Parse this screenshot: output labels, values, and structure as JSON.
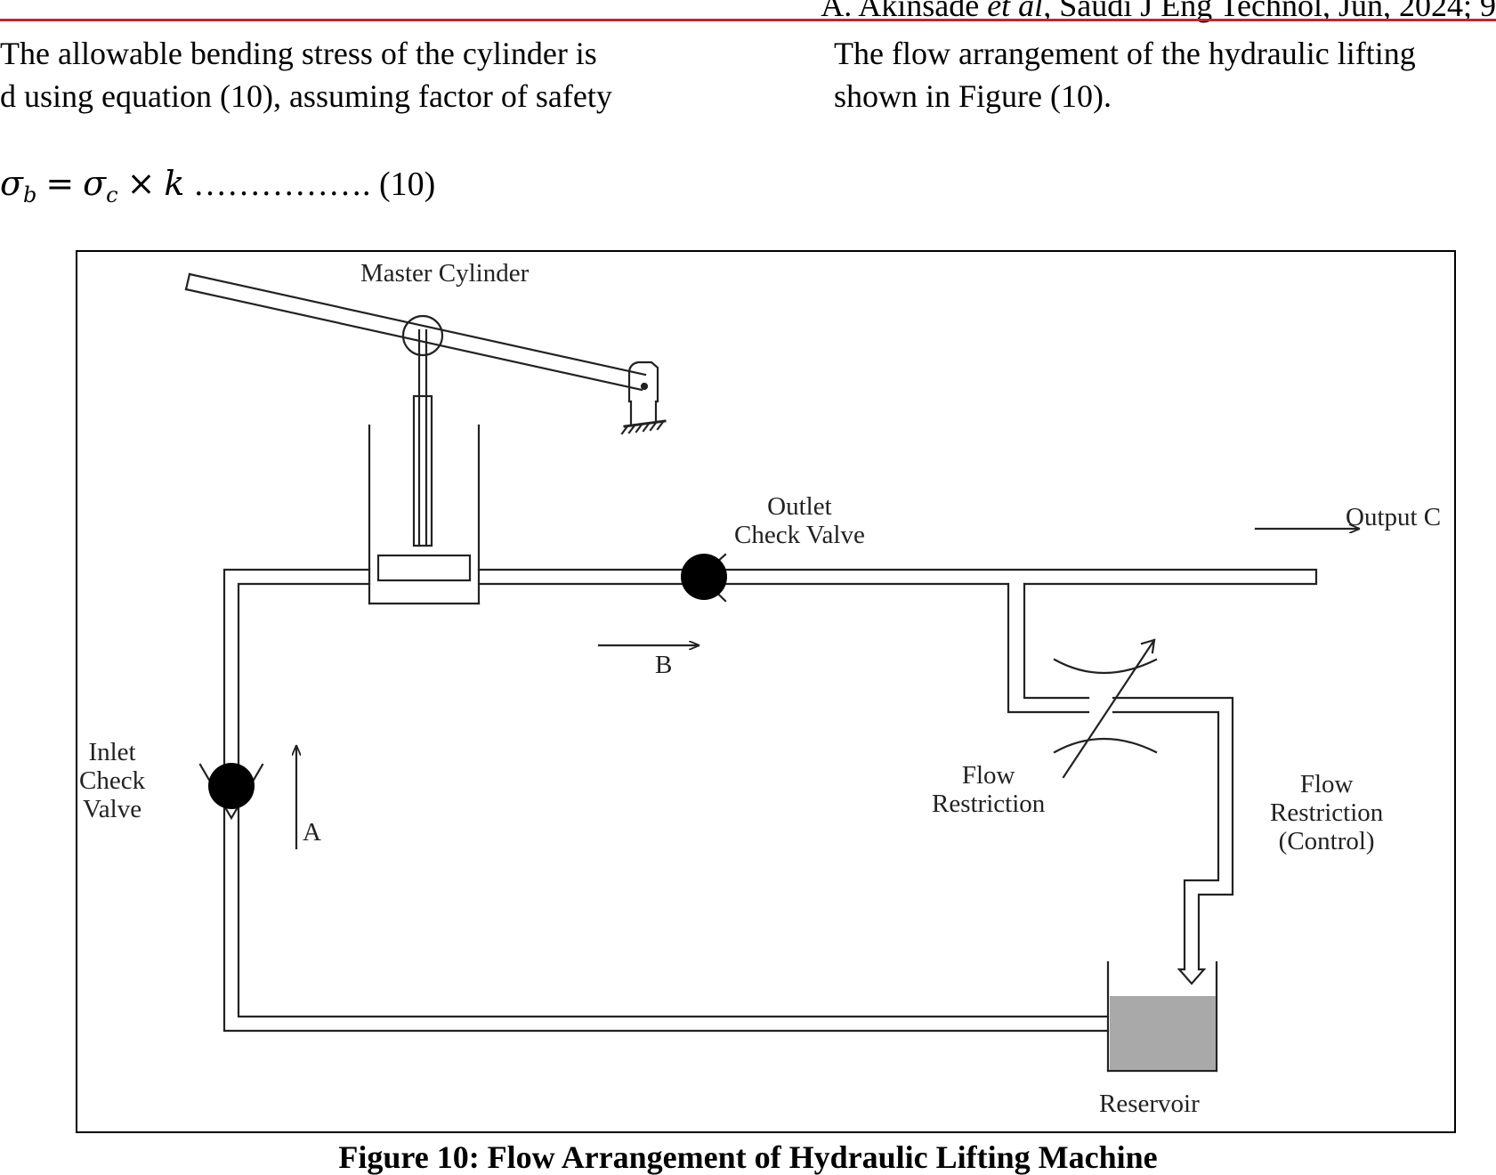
{
  "header": {
    "running_head_pre": "A. Akinsade ",
    "running_head_italic": "et al",
    "running_head_post": ", Saudi J Eng Technol, Jun, 2024; 9"
  },
  "left_column": {
    "line1": "The allowable bending stress of the cylinder is",
    "line2": "d using equation (10), assuming factor of safety"
  },
  "right_column": {
    "line1": "The flow arrangement of the hydraulic lifting",
    "line2": "shown in Figure (10)."
  },
  "equation": {
    "lhs": "σ",
    "lhs_sub": "b",
    "equals": "=",
    "sigma_c": "σ",
    "sigma_c_sub": "c",
    "times": "×",
    "k": "k",
    "dots": "…………….",
    "number": "(10)"
  },
  "figure": {
    "labels": {
      "master_cylinder": "Master Cylinder",
      "outlet_check_valve": "Outlet\nCheck Valve",
      "output": "Output C",
      "b": "B",
      "a": "A",
      "inlet_check_valve": "Inlet\nCheck\nValve",
      "flow_restriction": "Flow\nRestriction",
      "flow_restriction_control": "Flow\nRestriction\n(Control)",
      "reservoir": "Reservoir"
    },
    "colors": {
      "line": "#222222",
      "reservoir_fill": "#a9a9a9",
      "valve_ball": "#000000"
    },
    "caption": "Figure 10: Flow Arrangement of Hydraulic Lifting Machine"
  }
}
